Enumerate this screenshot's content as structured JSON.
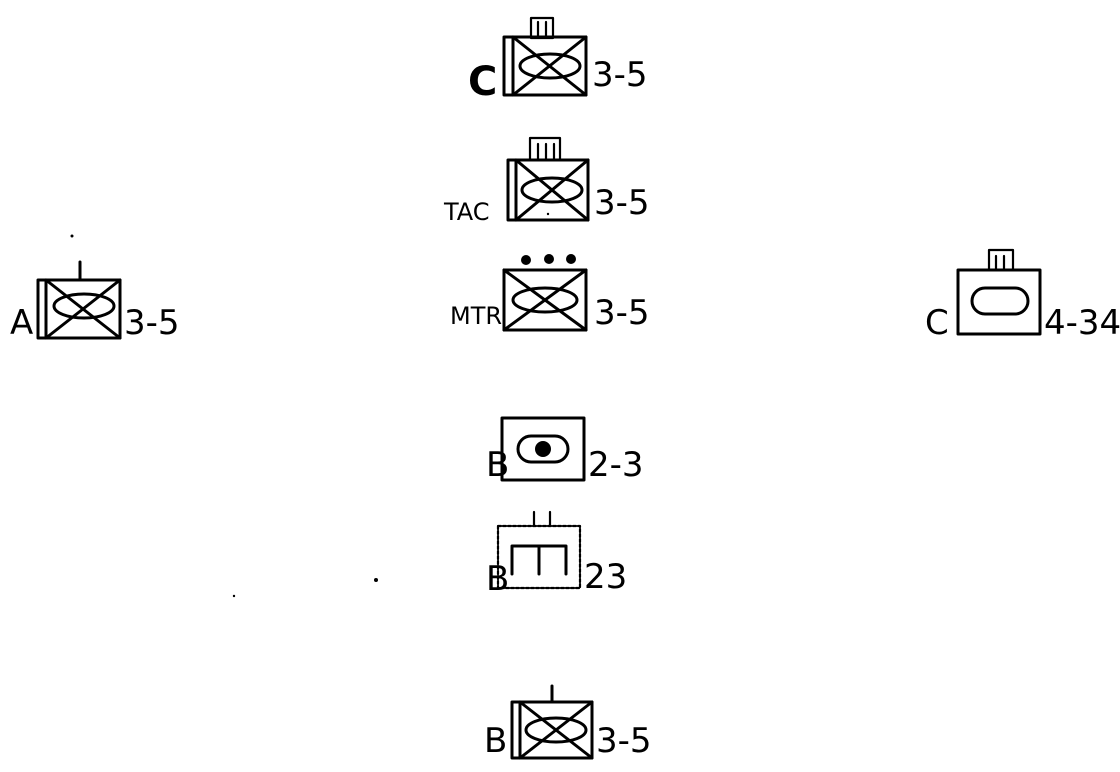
{
  "connectors": [
    {
      "id": "c-top",
      "prefix": "C",
      "suffix": "3-5"
    },
    {
      "id": "tac",
      "prefix": "TAC",
      "suffix": "3-5"
    },
    {
      "id": "mtr",
      "prefix": "MTR",
      "suffix": "3-5"
    },
    {
      "id": "a-left",
      "prefix": "A",
      "suffix": "3-5"
    },
    {
      "id": "c-right",
      "prefix": "C",
      "suffix": "4-34"
    },
    {
      "id": "b-dot",
      "prefix": "B",
      "suffix": "2-3"
    },
    {
      "id": "b-u",
      "prefix": "B",
      "suffix": "23"
    },
    {
      "id": "b-bottom",
      "prefix": "B",
      "suffix": "3-5"
    }
  ]
}
